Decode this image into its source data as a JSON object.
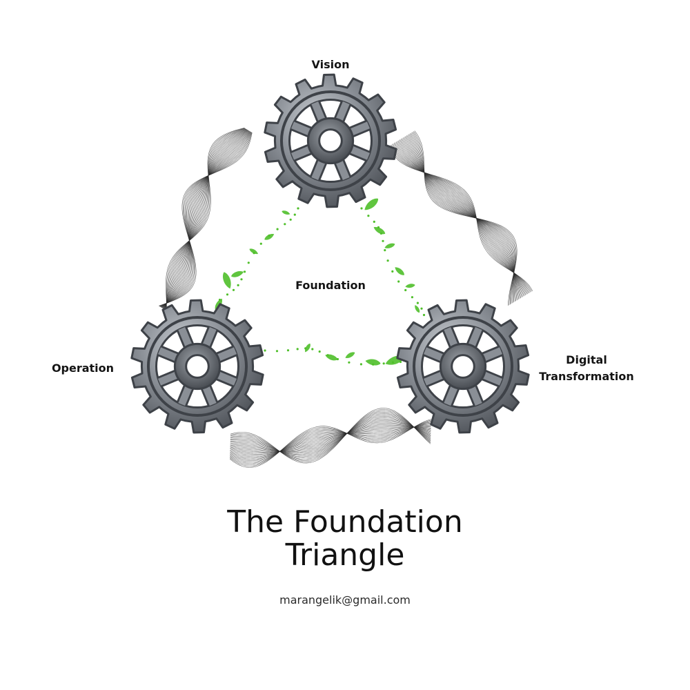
{
  "nodes": {
    "vision": "Vision",
    "operation": "Operation",
    "digital_line_1": "Digital",
    "digital_line_2": "Transformation",
    "center": "Foundation"
  },
  "title": {
    "line_1": "The Foundation",
    "line_2": "Triangle"
  },
  "contact": {
    "email": "marangelik@gmail.com"
  },
  "colors": {
    "gear_metal": "#8a8f96",
    "gear_dark": "#3e4248",
    "vine_green": "#4fbf2a",
    "wave_ink": "#2b2b2b"
  }
}
